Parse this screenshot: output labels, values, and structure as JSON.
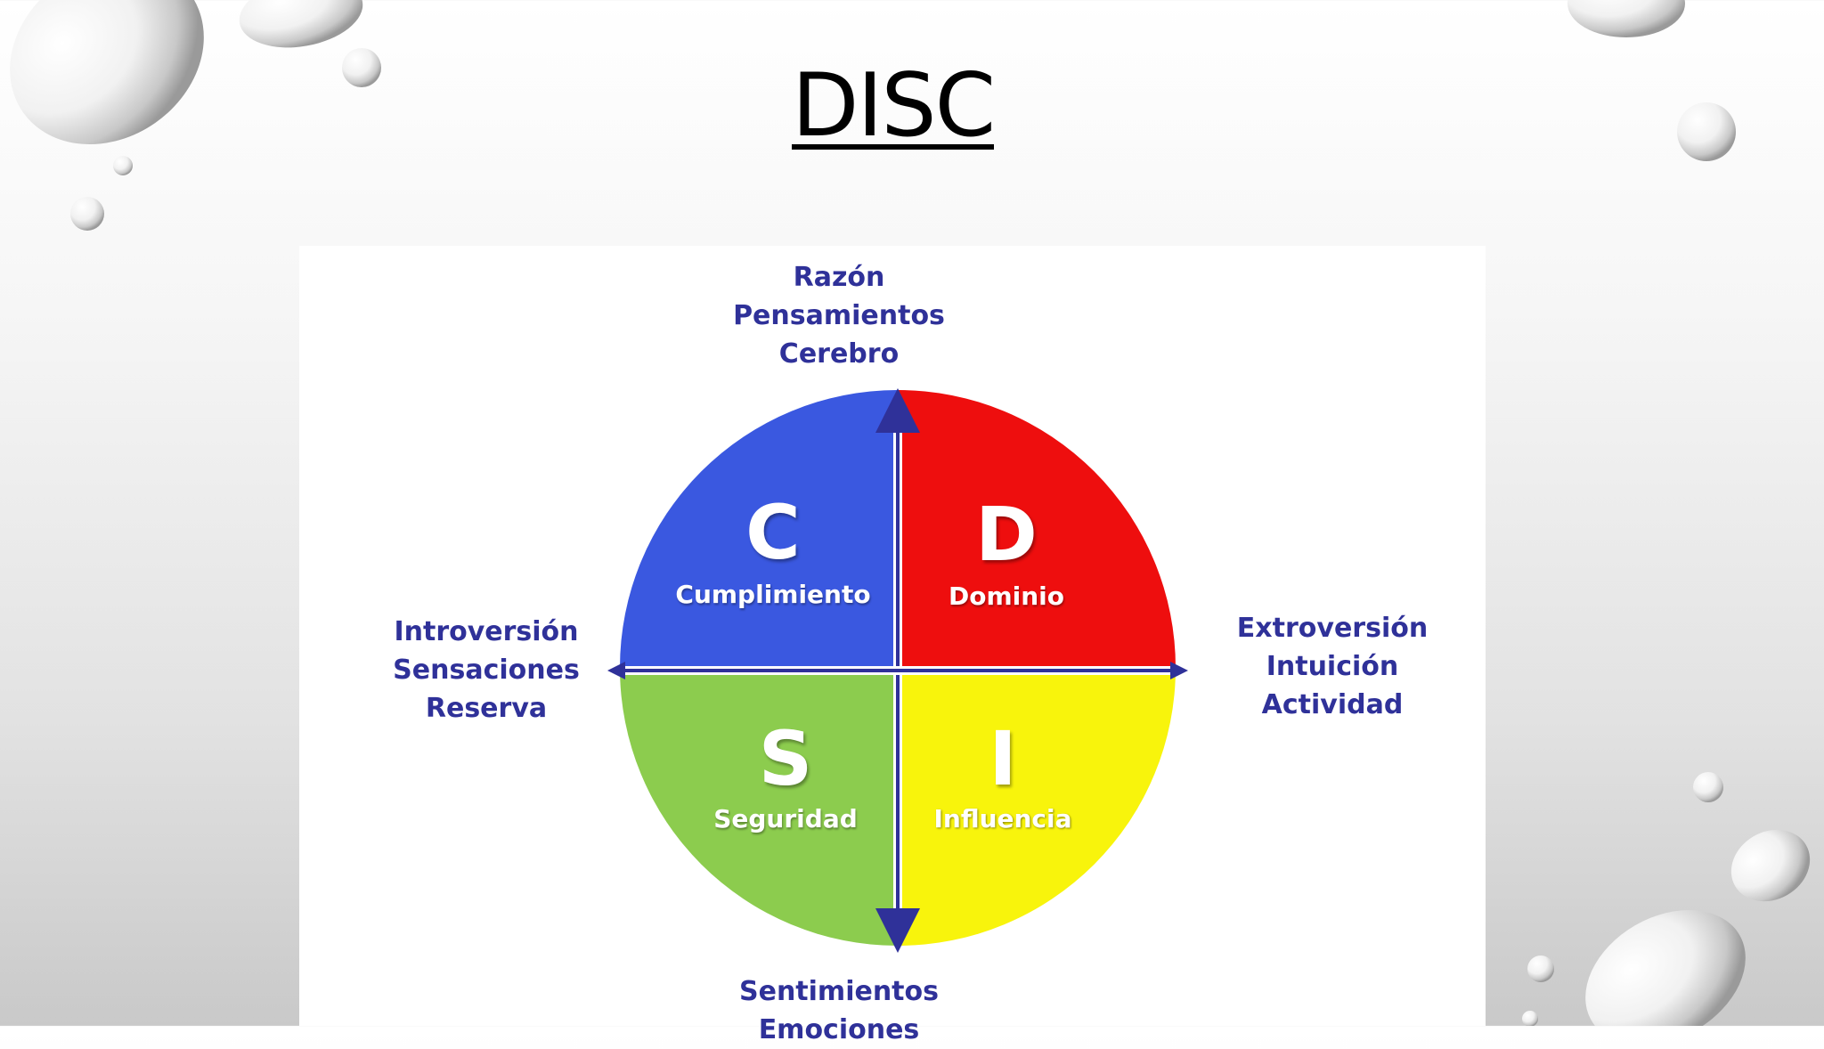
{
  "slide": {
    "title": "DISC"
  },
  "diagram": {
    "axes": {
      "top": [
        "Razón",
        "Pensamientos",
        "Cerebro"
      ],
      "left": [
        "Introversión",
        "Sensaciones",
        "Reserva"
      ],
      "right": [
        "Extroversión",
        "Intuición",
        "Actividad"
      ],
      "bottom": [
        "Sentimientos",
        "Emociones"
      ]
    },
    "quadrants": {
      "c": {
        "letter": "C",
        "label": "Cumplimiento",
        "color": "#3a58e0"
      },
      "d": {
        "letter": "D",
        "label": "Dominio",
        "color": "#ee0e0e"
      },
      "s": {
        "letter": "S",
        "label": "Seguridad",
        "color": "#8ccc4e"
      },
      "i": {
        "letter": "I",
        "label": "Influencia",
        "color": "#f8f40c"
      }
    },
    "axis_color": "#2f3199"
  }
}
